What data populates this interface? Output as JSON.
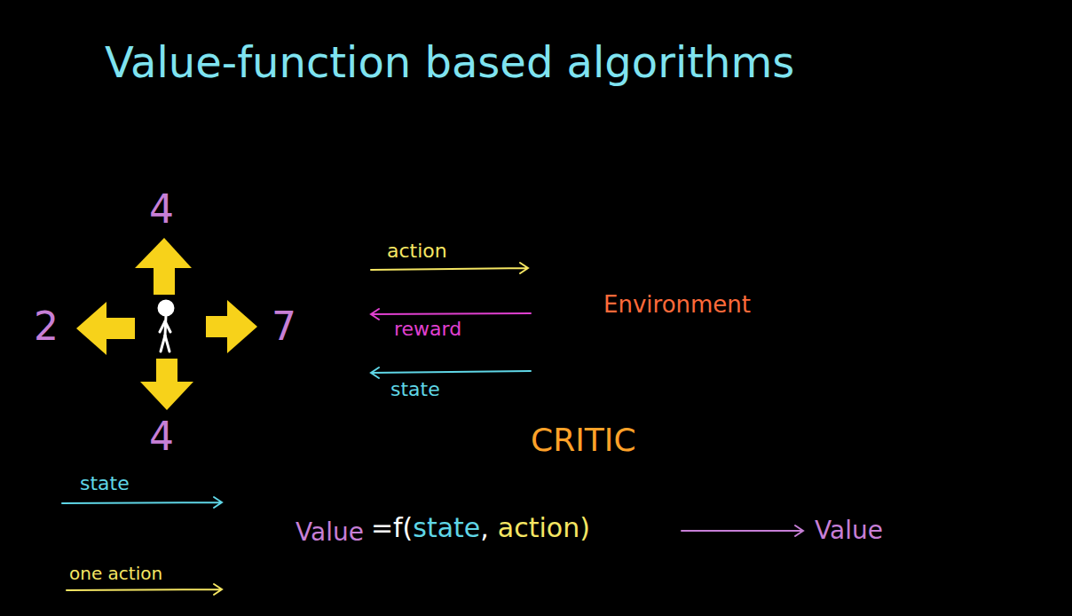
{
  "diagram": {
    "title": "Value-function based algorithms",
    "labels": [
      "4",
      "2",
      "7",
      "4",
      "action",
      "reward",
      "state",
      "Environment",
      "CRITIC",
      "state",
      "one action",
      "Value",
      "=f(",
      "state",
      ",",
      "action)",
      "Value"
    ]
  }
}
